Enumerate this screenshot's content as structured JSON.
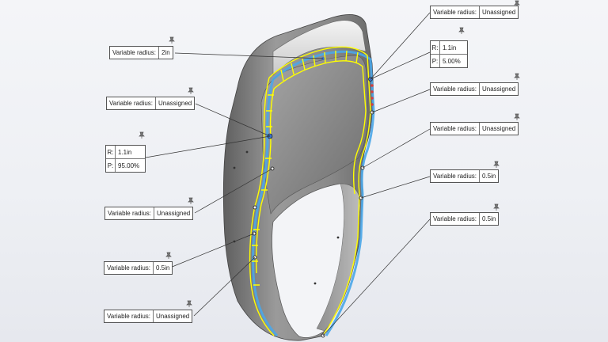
{
  "colors": {
    "background": "#f1f2f6",
    "edge_selection": "#ffff00",
    "preview_edge": "#4aa6e8",
    "control_point": "#3c72c8",
    "part_body": "#8c8c8c"
  },
  "callouts": [
    {
      "label": "Variable radius:",
      "value": "2in"
    },
    {
      "label": "Variable radius:",
      "value": "Unassigned"
    },
    {
      "label": "Variable radius:",
      "value": "Unassigned"
    },
    {
      "label": "Variable radius:",
      "value": "0.5in"
    },
    {
      "label": "Variable radius:",
      "value": "Unassigned"
    },
    {
      "label": "Variable radius:",
      "value": "Unassigned"
    },
    {
      "label": "Variable radius:",
      "value": "Unassigned"
    },
    {
      "label": "Variable radius:",
      "value": "Unassigned"
    },
    {
      "label": "Variable radius:",
      "value": "0.5in"
    },
    {
      "label": "Variable radius:",
      "value": "0.5in"
    }
  ],
  "rp_boxes": [
    {
      "r_key": "R:",
      "r_value": "1.1in",
      "p_key": "P:",
      "p_value": "95.00%"
    },
    {
      "r_key": "R:",
      "r_value": "1.1in",
      "p_key": "P:",
      "p_value": "5.00%"
    }
  ],
  "icons": {
    "pin": "pushpin-icon"
  }
}
